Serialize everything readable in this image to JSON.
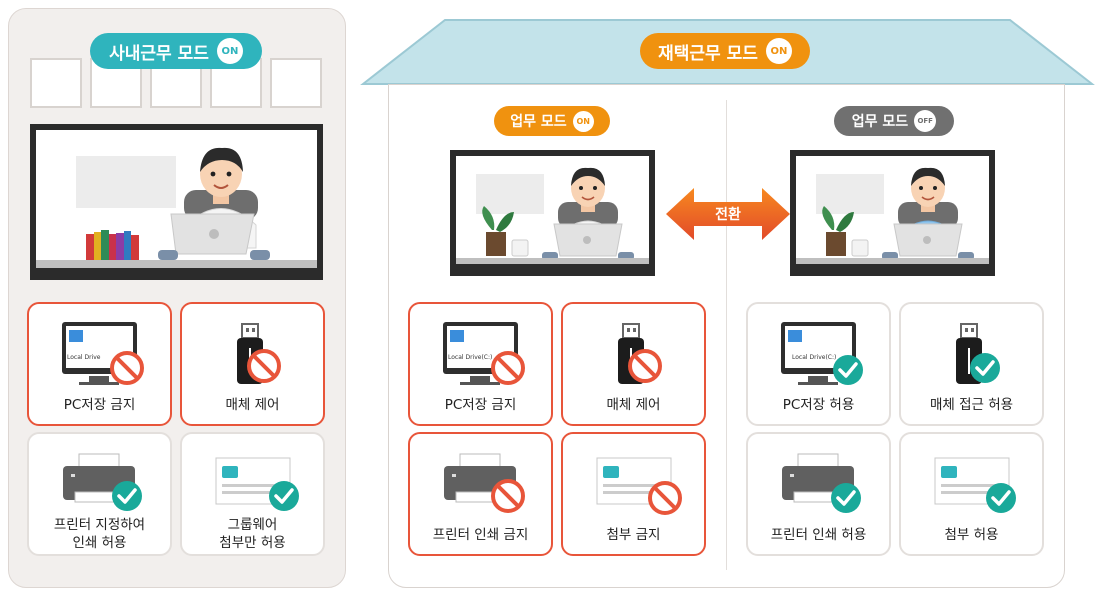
{
  "office": {
    "badge_label": "사내근무 모드",
    "badge_switch": "ON",
    "cards": [
      {
        "label": "PC저장 금지",
        "status": "deny",
        "icon": "pc-local-drive-icon",
        "drive_label": "Local Drive"
      },
      {
        "label": "매체 제어",
        "status": "deny",
        "icon": "usb-icon"
      },
      {
        "label": "프린터 지정하여\n인쇄 허용",
        "status": "allow",
        "icon": "printer-icon"
      },
      {
        "label": "그룹웨어\n첨부만 허용",
        "status": "allow",
        "icon": "attachment-icon"
      }
    ]
  },
  "home": {
    "badge_label": "재택근무 모드",
    "badge_switch": "ON",
    "switch_label": "전환",
    "work_on": {
      "badge_label": "업무 모드",
      "badge_switch": "ON",
      "cards": [
        {
          "label": "PC저장 금지",
          "status": "deny",
          "icon": "pc-local-drive-icon",
          "drive_label": "Local Drive(C:)"
        },
        {
          "label": "매체 제어",
          "status": "deny",
          "icon": "usb-icon"
        },
        {
          "label": "프린터 인쇄 금지",
          "status": "deny",
          "icon": "printer-icon"
        },
        {
          "label": "첨부 금지",
          "status": "deny",
          "icon": "attachment-icon"
        }
      ]
    },
    "work_off": {
      "badge_label": "업무 모드",
      "badge_switch": "OFF",
      "cards": [
        {
          "label": "PC저장 허용",
          "status": "allow",
          "icon": "pc-local-drive-icon",
          "drive_label": "Local Drive(C:)"
        },
        {
          "label": "매체 접근 허용",
          "status": "allow",
          "icon": "usb-icon"
        },
        {
          "label": "프린터 인쇄 허용",
          "status": "allow",
          "icon": "printer-icon"
        },
        {
          "label": "첨부 허용",
          "status": "allow",
          "icon": "attachment-icon"
        }
      ]
    }
  },
  "colors": {
    "teal": "#2fb4bd",
    "orange": "#f0920f",
    "gray": "#707070",
    "deny_red": "#e8553a",
    "allow_teal": "#1aa99a",
    "roof": "#c3e3ea"
  }
}
